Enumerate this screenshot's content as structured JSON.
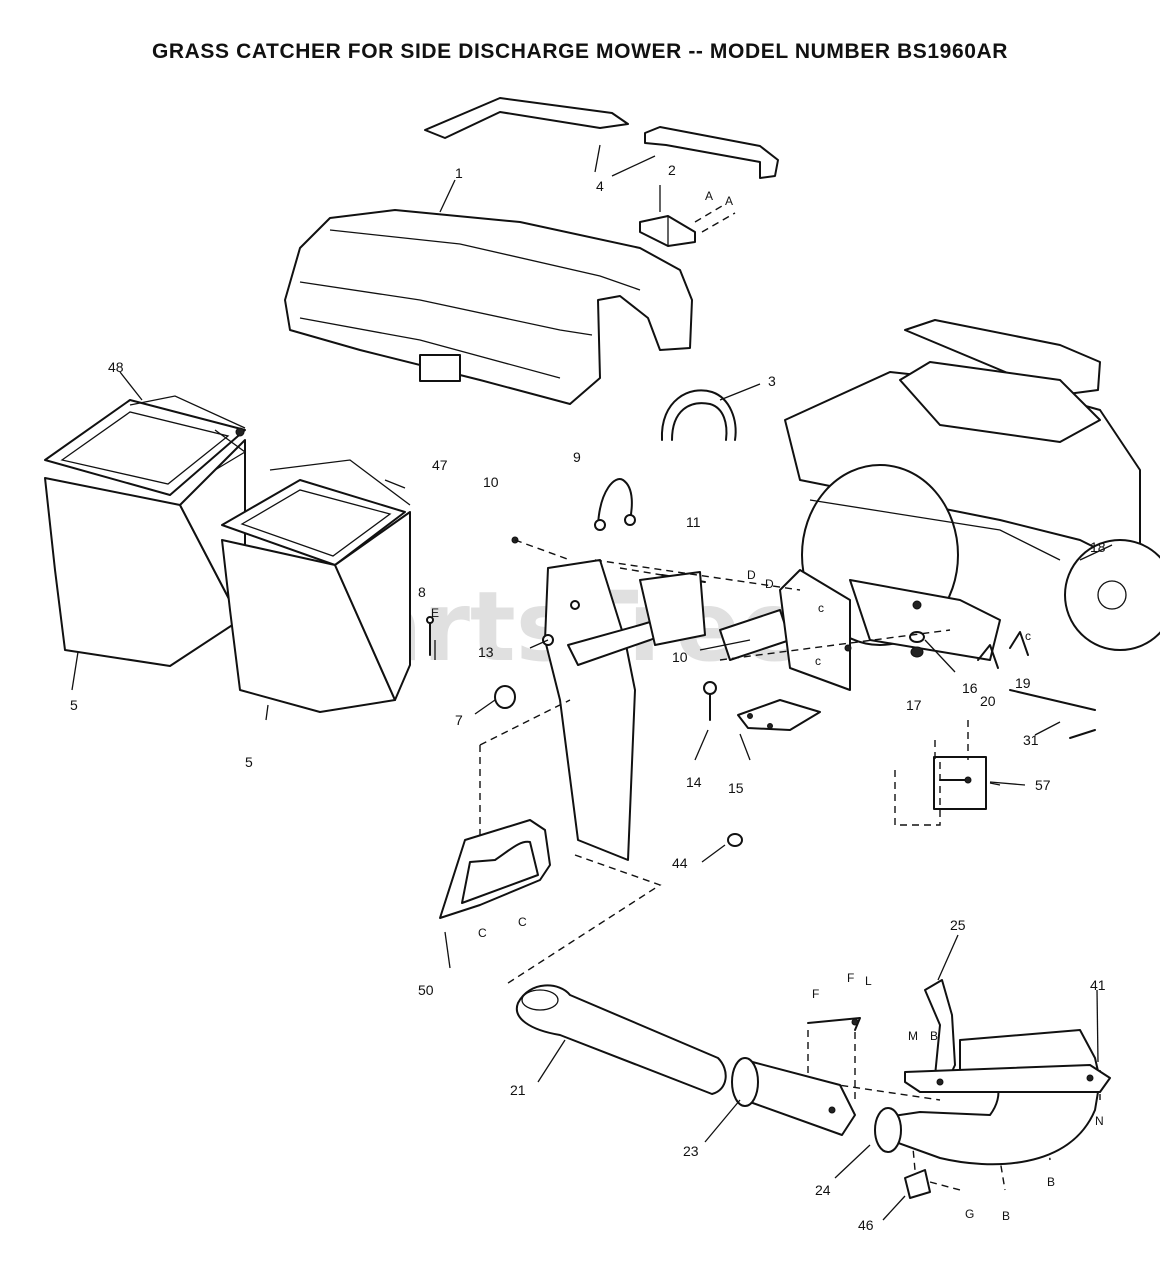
{
  "title": "GRASS CATCHER FOR SIDE DISCHARGE MOWER -- MODEL NUMBER BS1960AR",
  "watermark": "PartsTree",
  "part_labels": {
    "p1": "1",
    "p2": "2",
    "p3": "3",
    "p4": "4",
    "p5a": "5",
    "p5b": "5",
    "p7": "7",
    "p8": "8",
    "p9": "9",
    "p10a": "10",
    "p10b": "10",
    "p11": "11",
    "p13": "13",
    "p14": "14",
    "p15": "15",
    "p16": "16",
    "p17": "17",
    "p18": "18",
    "p19": "19",
    "p20": "20",
    "p21": "21",
    "p23": "23",
    "p24": "24",
    "p25": "25",
    "p31": "31",
    "p41": "41",
    "p44": "44",
    "p46": "46",
    "p47": "47",
    "p48": "48",
    "p50": "50",
    "p57": "57"
  },
  "reference_letters": {
    "a1": "A",
    "a2": "A",
    "b1": "B",
    "b2": "B",
    "b3": "B",
    "c1": "C",
    "c2": "C",
    "c3": "c",
    "c4": "c",
    "c5": "c",
    "d1": "D",
    "d2": "D",
    "e1": "E",
    "f1": "F",
    "f2": "F",
    "g1": "G",
    "l1": "L",
    "m1": "M",
    "n1": "N"
  }
}
